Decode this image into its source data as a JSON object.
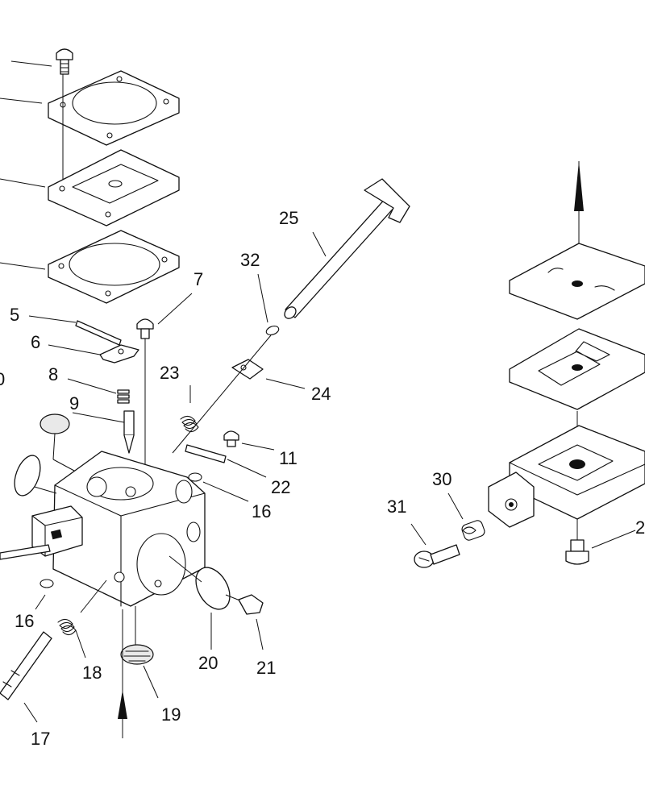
{
  "diagram": {
    "callouts": {
      "n5": "5",
      "n6": "6",
      "n7": "7",
      "n8": "8",
      "n9": "9",
      "n0": "0",
      "n11": "11",
      "n16a": "16",
      "n16b": "16",
      "n17": "17",
      "n18": "18",
      "n19": "19",
      "n20": "20",
      "n21": "21",
      "n22": "22",
      "n23": "23",
      "n24": "24",
      "n25": "25",
      "n30": "30",
      "n31": "31",
      "n32": "32",
      "n2": "2"
    }
  },
  "colors": {
    "line": "#111111",
    "background": "#ffffff"
  }
}
